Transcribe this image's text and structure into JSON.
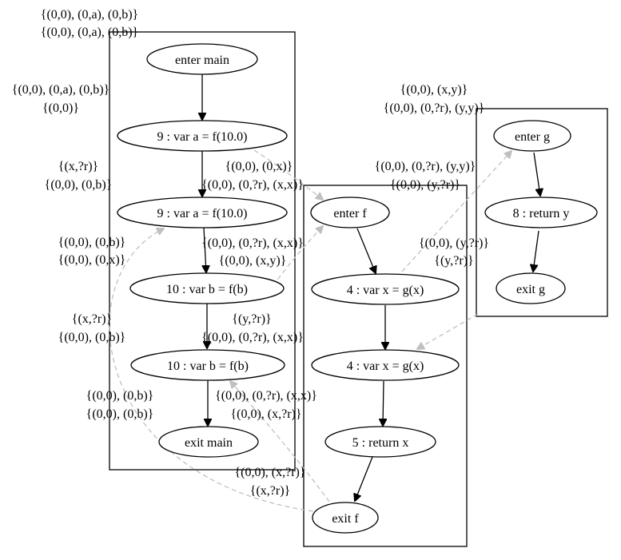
{
  "procedures": {
    "main": {
      "enter": "enter main",
      "call_a_1": "9 : var a = f(10.0)",
      "call_a_2": "9 : var a = f(10.0)",
      "call_b_1": "10 : var b = f(b)",
      "call_b_2": "10 : var b = f(b)",
      "exit": "exit main"
    },
    "f": {
      "enter": "enter f",
      "call_g_1": "4 : var x = g(x)",
      "call_g_2": "4 : var x = g(x)",
      "ret": "5 : return x",
      "exit": "exit f"
    },
    "g": {
      "enter": "enter g",
      "ret": "8 : return y",
      "exit": "exit g"
    }
  },
  "annotations": {
    "main_enter_top": "{(0,0), (0,a), (0,b)}",
    "main_enter_bottom": "{(0,0), (0,a), (0,b)}",
    "main_call_a_top": "{(0,0), (0,a), (0,b)}",
    "main_call_a_bottom": "{(0,0)}",
    "main_ret_a_top": "{(x,?r)}",
    "main_ret_a_bottom": "{(0,0), (0,b)}",
    "edge_call_a_top": "{(0,0), (0,x)}",
    "edge_call_a_bottom": "{(0,0), (0,?r), (x,x)}",
    "main_call_b_top": "{(0,0), (0,b)}",
    "main_call_b_bottom": "{(0,0), (0,x)}",
    "edge_call_b_top": "{(0,0), (0,?r), (x,x)}",
    "edge_call_b_bottom": "{(0,0), (x,y)}",
    "main_ret_b_top": "{(x,?r)}",
    "main_ret_b_bottom": "{(0,0), (0,b)}",
    "edge_ret_b_top": "{(y,?r)}",
    "edge_ret_b_bottom": "{(0,0), (0,?r), (x,x)}",
    "main_exit_top": "{(0,0), (0,b)}",
    "main_exit_bottom": "{(0,0), (0,b)}",
    "f_ret_top": "{(0,0), (0,?r), (x,x)}",
    "f_ret_bottom": "{(0,0), (x,?r)}",
    "f_exit_top": "{(0,0), (x,?r)}",
    "f_exit_bottom": "{(x,?r)}",
    "g_enter_top": "{(0,0), (x,y)}",
    "g_enter_bottom": "{(0,0), (0,?r), (y,y)}",
    "f_call_g_top": "{(0,0), (0,?r), (y,y)}",
    "f_call_g_bottom": "{(0,0), (y,?r)}",
    "f_ret_g_top": "{(0,0), (y,?r)}",
    "f_ret_g_bottom": "{(y,?r)}"
  },
  "colors": {
    "foreground": "#000000",
    "call_edge": "#c0c0c0",
    "background": "#ffffff"
  }
}
